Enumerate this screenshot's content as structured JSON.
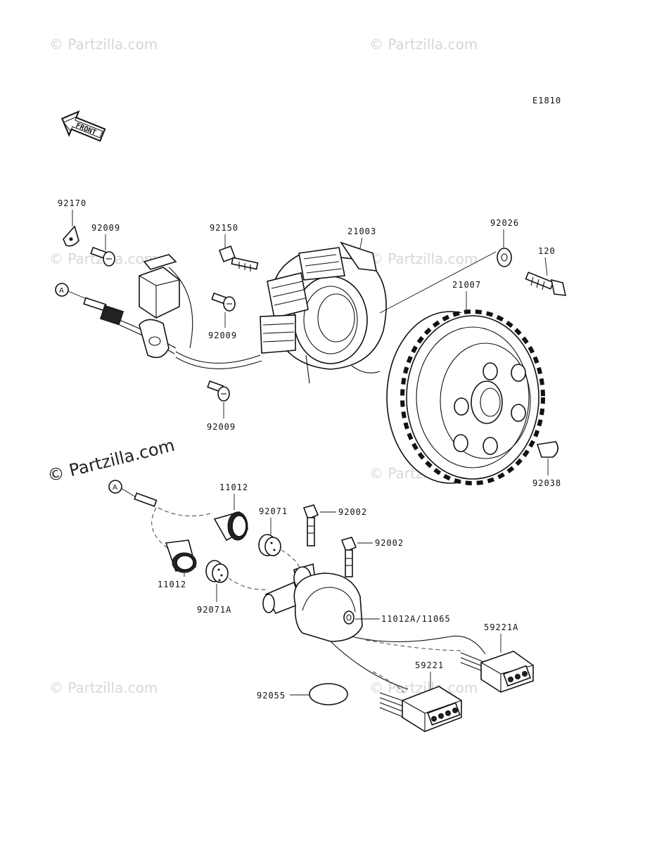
{
  "diagram_code": "E1810",
  "front_label": "FRONT",
  "ref_marker": "A",
  "watermarks": [
    "© Partzilla.com"
  ],
  "parts": {
    "p92170": "92170",
    "p92009a": "92009",
    "p92150": "92150",
    "p21003": "21003",
    "p92026": "92026",
    "p120": "120",
    "p21007": "21007",
    "p92009b": "92009",
    "p92009c": "92009",
    "p92038": "92038",
    "p11012a": "11012",
    "p92071": "92071",
    "p92002a": "92002",
    "p92002b": "92002",
    "p11012b": "11012",
    "p92071A": "92071A",
    "p11012A": "11012A/11065",
    "p59221A": "59221A",
    "p59221": "59221",
    "p92055": "92055"
  }
}
